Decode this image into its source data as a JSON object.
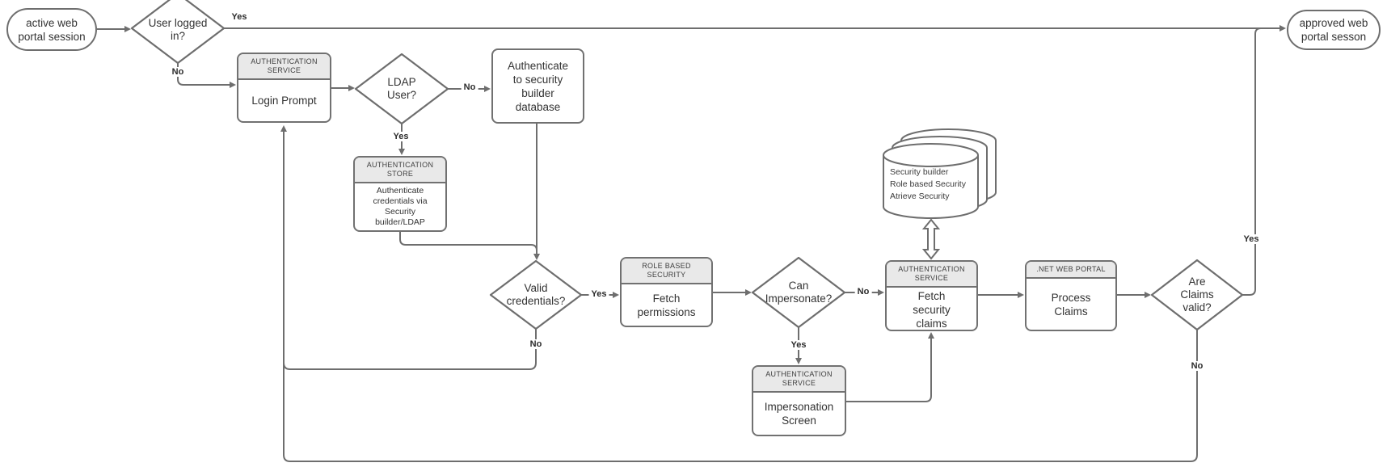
{
  "diagram": {
    "nodes": {
      "start": {
        "label": "active web portal session"
      },
      "user_logged_in": {
        "label": "User logged in?"
      },
      "login_prompt": {
        "header": "AUTHENTICATION SERVICE",
        "label": "Login Prompt"
      },
      "ldap_user": {
        "label": "LDAP User?"
      },
      "auth_db": {
        "label": "Authenticate to security builder database"
      },
      "auth_store": {
        "header": "AUTHENTICATION STORE",
        "label": "Authenticate credentials via Security builder/LDAP"
      },
      "valid_credentials": {
        "label": "Valid credentials?"
      },
      "fetch_permissions": {
        "header": "ROLE BASED SECURITY",
        "label": "Fetch permissions"
      },
      "can_impersonate": {
        "label": "Can Impersonate?"
      },
      "fetch_claims": {
        "header": "AUTHENTICATION SERVICE",
        "label": "Fetch security claims"
      },
      "security_db": {
        "lines": [
          "Security builder",
          "Role based Security",
          "Atrieve Security"
        ]
      },
      "impersonation": {
        "header": "AUTHENTICATION SERVICE",
        "label": "Impersonation Screen"
      },
      "process_claims": {
        "header": ".NET WEB PORTAL",
        "label": "Process Claims"
      },
      "are_claims_valid": {
        "label": "Are Claims valid?"
      },
      "approved": {
        "label": "approved web portal sesson"
      }
    },
    "edge_labels": {
      "logged_in_yes": "Yes",
      "logged_in_no": "No",
      "ldap_no": "No",
      "ldap_yes": "Yes",
      "valid_yes": "Yes",
      "valid_no": "No",
      "impersonate_no": "No",
      "impersonate_yes": "Yes",
      "claims_yes": "Yes",
      "claims_no": "No"
    },
    "connections": [
      {
        "from": "start",
        "to": "user_logged_in"
      },
      {
        "from": "user_logged_in",
        "to": "approved",
        "label": "Yes"
      },
      {
        "from": "user_logged_in",
        "to": "login_prompt",
        "label": "No"
      },
      {
        "from": "login_prompt",
        "to": "ldap_user"
      },
      {
        "from": "ldap_user",
        "to": "auth_db",
        "label": "No"
      },
      {
        "from": "ldap_user",
        "to": "auth_store",
        "label": "Yes"
      },
      {
        "from": "auth_db",
        "to": "valid_credentials"
      },
      {
        "from": "auth_store",
        "to": "valid_credentials"
      },
      {
        "from": "valid_credentials",
        "to": "fetch_permissions",
        "label": "Yes"
      },
      {
        "from": "valid_credentials",
        "to": "login_prompt",
        "label": "No"
      },
      {
        "from": "fetch_permissions",
        "to": "can_impersonate"
      },
      {
        "from": "can_impersonate",
        "to": "fetch_claims",
        "label": "No"
      },
      {
        "from": "can_impersonate",
        "to": "impersonation",
        "label": "Yes"
      },
      {
        "from": "impersonation",
        "to": "fetch_claims"
      },
      {
        "from": "fetch_claims",
        "to": "security_db",
        "bidirectional": true
      },
      {
        "from": "fetch_claims",
        "to": "process_claims"
      },
      {
        "from": "process_claims",
        "to": "are_claims_valid"
      },
      {
        "from": "are_claims_valid",
        "to": "approved",
        "label": "Yes"
      },
      {
        "from": "are_claims_valid",
        "to": "login_prompt",
        "label": "No"
      }
    ],
    "colors": {
      "line": "#6e6e6e",
      "border": "#717171",
      "header_fill": "#e9e9e9",
      "node_fill": "#ffffff",
      "text": "#333333"
    }
  }
}
